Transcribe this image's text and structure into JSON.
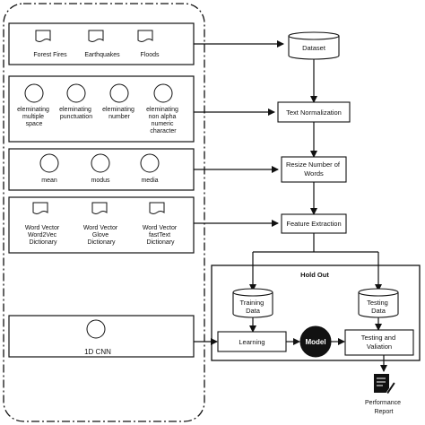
{
  "disasters": [
    "Forest Fires",
    "Earthquakes",
    "Floods"
  ],
  "elimination": [
    [
      "eleminating",
      "multiple",
      "space"
    ],
    [
      "eleminating",
      "punctuation"
    ],
    [
      "eleminating",
      "number"
    ],
    [
      "eleminating",
      "non alpha",
      "numeric",
      "character"
    ]
  ],
  "stats": [
    "mean",
    "modus",
    "media"
  ],
  "embeddings": [
    [
      "Word Vector",
      "Word2Vec",
      "Dictionary"
    ],
    [
      "Word Vector",
      "Glove",
      "Dictionary"
    ],
    [
      "Word Vector",
      "fastText",
      "Dictionary"
    ]
  ],
  "cnn_label": "1D CNN",
  "pipeline": {
    "dataset": "Dataset",
    "text_normalization": "Text Normalization",
    "resize": [
      "Resize Number of",
      "Words"
    ],
    "feature_extraction": "Feature Extraction"
  },
  "holdout": {
    "title": "Hold Out",
    "training": [
      "Training",
      "Data"
    ],
    "testing": [
      "Testing",
      "Data"
    ],
    "learning": "Learning",
    "model": "Model",
    "testing_validation": [
      "Testing and",
      "Valiation"
    ]
  },
  "report": [
    "Performance",
    "Report"
  ]
}
